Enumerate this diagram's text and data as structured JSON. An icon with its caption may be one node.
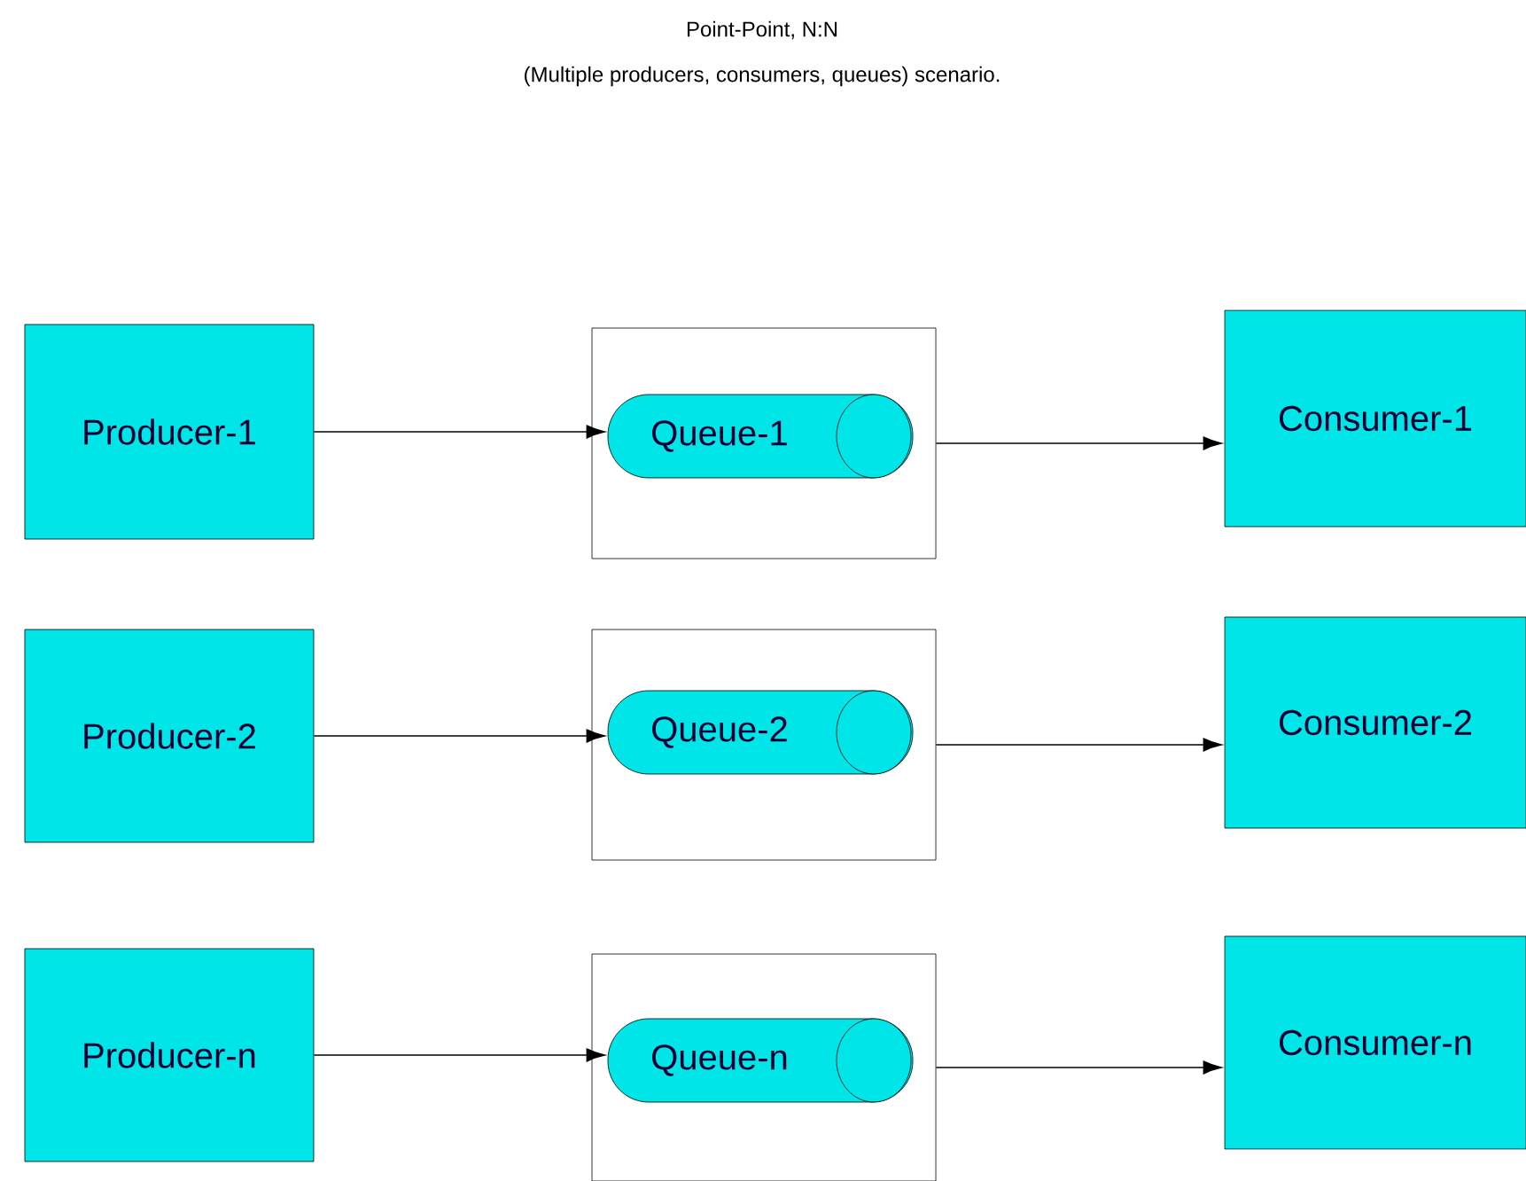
{
  "diagram": {
    "title": "Point-Point, N:N",
    "labels": [
      "(Multiple producers, consumers, queues) scenario."
    ],
    "nodes": [
      {
        "text": [
          "Producer-1"
        ]
      },
      {
        "text": [],
        "shape": "box"
      },
      {
        "text": [
          "Queue-1"
        ],
        "in": 1
      },
      {
        "text": [
          "Consumer-1"
        ]
      },
      {
        "text": [
          "Producer-2"
        ]
      },
      {
        "text": [],
        "shape": "box"
      },
      {
        "text": [
          "Queue-2"
        ],
        "in": 5
      },
      {
        "text": [
          "Consumer-2"
        ]
      },
      {
        "text": [
          "Producer-n"
        ]
      },
      {
        "text": [],
        "shape": "box"
      },
      {
        "text": [
          "Queue-n"
        ],
        "in": 9
      },
      {
        "text": [
          "Consumer-n"
        ]
      }
    ],
    "edges": [
      {
        "from": 0,
        "to": 2,
        "arrow": "to"
      },
      {
        "from": 1,
        "to": 3,
        "arrow": "to"
      },
      {
        "from": 4,
        "to": 6,
        "arrow": "to"
      },
      {
        "from": 5,
        "to": 7,
        "arrow": "to"
      },
      {
        "from": 8,
        "to": 10,
        "arrow": "to"
      },
      {
        "from": 9,
        "to": 11,
        "arrow": "to"
      }
    ]
  }
}
